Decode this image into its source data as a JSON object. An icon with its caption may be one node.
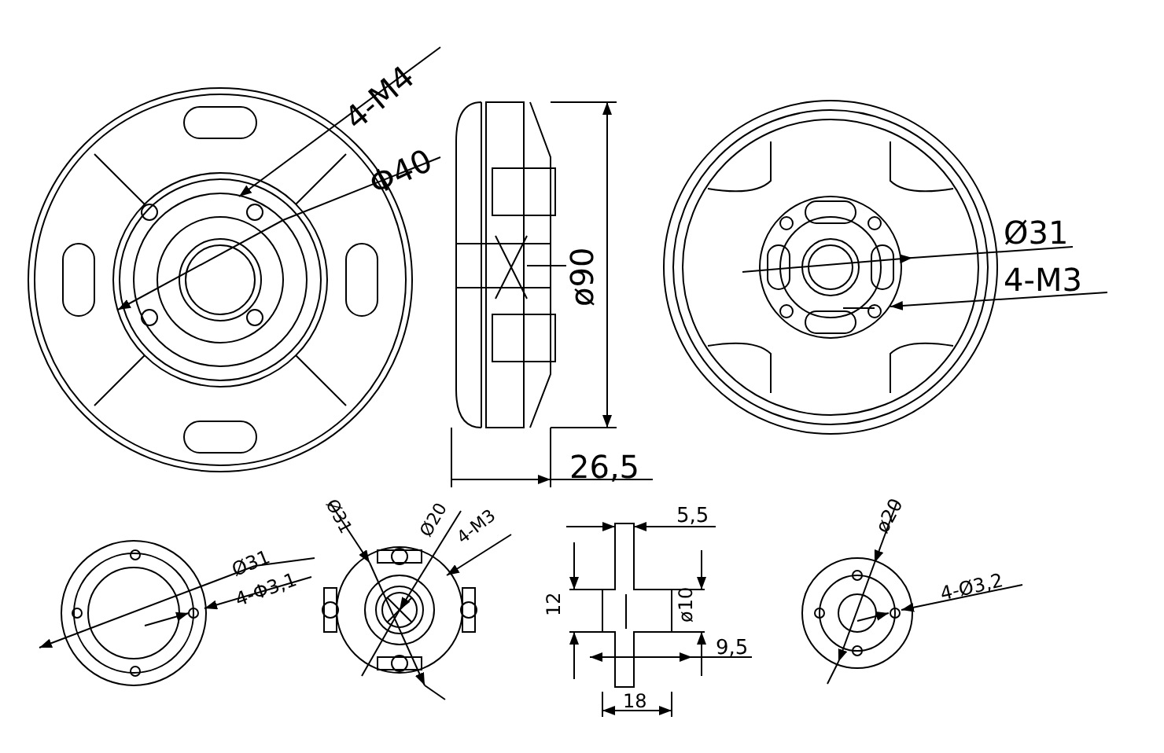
{
  "diagram": {
    "labels": [
      "4-M4",
      "Φ40",
      "ø90",
      "26,5",
      "Ø31",
      "4-M3",
      "Ø31",
      "4-Φ3,1",
      "Ø31",
      "Ø20",
      "4-M3",
      "5,5",
      "12",
      "ø10",
      "9,5",
      "18",
      "ø20",
      "4-Ø3,2"
    ]
  }
}
